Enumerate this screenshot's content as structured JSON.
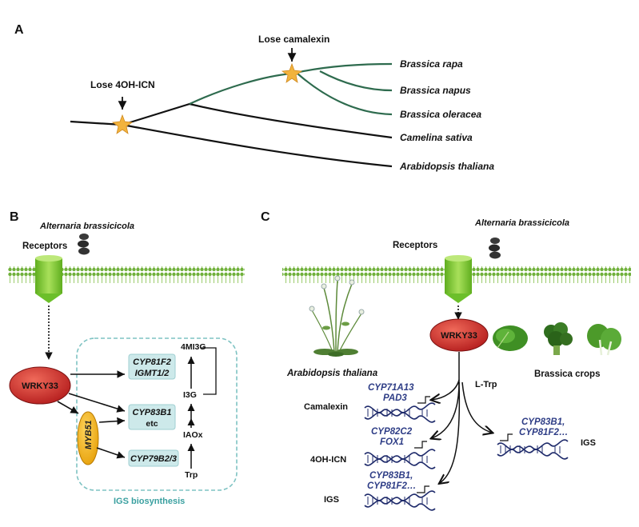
{
  "panels": {
    "a": "A",
    "b": "B",
    "c": "C"
  },
  "tree": {
    "event_lose_4oh": "Lose 4OH-ICN",
    "event_lose_camalexin": "Lose camalexin",
    "species": [
      "Brassica rapa",
      "Brassica napus",
      "Brassica oleracea",
      "Camelina sativa",
      "Arabidopsis thaliana"
    ],
    "colors": {
      "brassica": "#2e6b4e",
      "other": "#111111",
      "star": "#f2b33d"
    }
  },
  "panel_b": {
    "pathogen": "Alternaria brassicicola",
    "receptors": "Receptors",
    "wrky": "WRKY33",
    "myb": "MYB51",
    "genes": {
      "g1a": "CYP81F2",
      "g1b": "IGMT1/2",
      "g2a": "CYP83B1",
      "g2b": "etc",
      "g3": "CYP79B2/3"
    },
    "metabolites": {
      "m1": "4MI3G",
      "m2": "I3G",
      "m3": "IAOx",
      "m4": "Trp"
    },
    "box_label": "IGS biosynthesis"
  },
  "panel_c": {
    "receptors": "Receptors",
    "pathogen": "Alternaria brassicicola",
    "wrky": "WRKY33",
    "plant_label": "Arabidopsis thaliana",
    "crops_label": "Brassica crops",
    "precursor": "L-Trp",
    "pathways": [
      {
        "product": "Camalexin",
        "genes": [
          "CYP71A13",
          "PAD3"
        ]
      },
      {
        "product": "4OH-ICN",
        "genes": [
          "CYP82C2",
          "FOX1"
        ]
      },
      {
        "product": "IGS",
        "genes": [
          "CYP83B1,",
          "CYP81F2…"
        ]
      },
      {
        "product": "IGS",
        "genes": [
          "CYP83B1,",
          "CYP81F2…"
        ]
      }
    ]
  },
  "colors": {
    "membrane": "#7dbd3b",
    "receptor": "#7ccd2a",
    "wrky_fill": "#d93030",
    "myb_fill": "#f3b01c",
    "gene_box": "#cde9ea",
    "dashed_box": "#7fc3c3",
    "dna": "#1f2b6b"
  }
}
